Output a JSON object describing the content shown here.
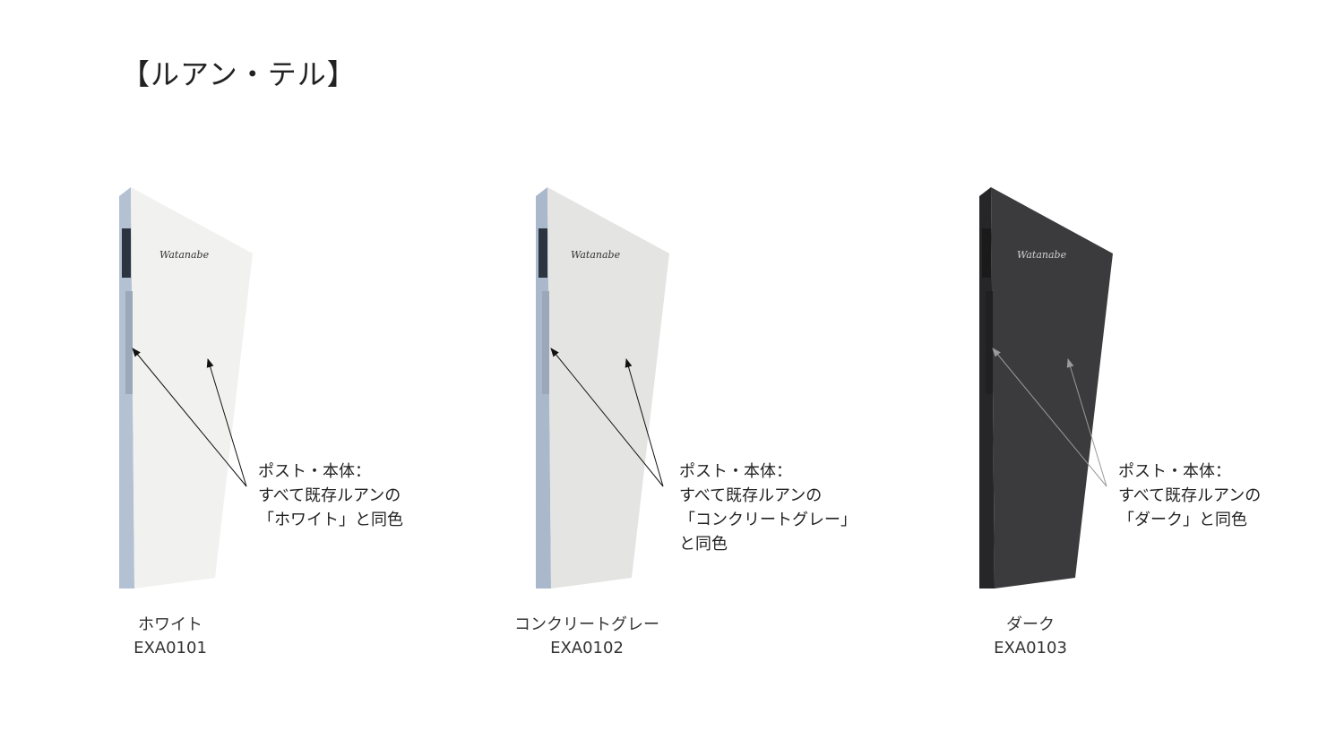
{
  "title": "【ルアン・テル】",
  "products": [
    {
      "name": "ホワイト",
      "code": "EXA0101",
      "note": [
        "ポスト・本体：",
        "すべて既存ルアンの",
        "「ホワイト」と同色"
      ],
      "face_color": "#f1f1ef",
      "side_color": "#b3c1d3",
      "arrow_color": "#111111"
    },
    {
      "name": "コンクリートグレー",
      "code": "EXA0102",
      "note": [
        "ポスト・本体：",
        "すべて既存ルアンの",
        "「コンクリートグレー」",
        "と同色"
      ],
      "face_color": "#e4e4e2",
      "side_color": "#a9b8cb",
      "arrow_color": "#111111"
    },
    {
      "name": "ダーク",
      "code": "EXA0103",
      "note": [
        "ポスト・本体：",
        "すべて既存ルアンの",
        "「ダーク」と同色"
      ],
      "face_color": "#3b3b3d",
      "side_color": "#262628",
      "arrow_color": "#9a9a9a"
    }
  ]
}
